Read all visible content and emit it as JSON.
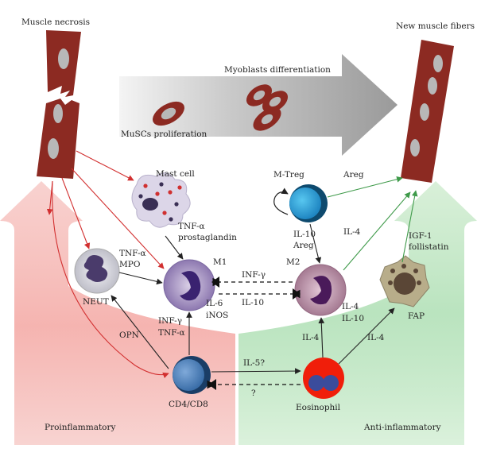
{
  "labels": {
    "muscle_necrosis": "Muscle necrosis",
    "new_muscle_fibers": "New muscle fibers",
    "myoblasts_differentiation": "Myoblasts differentiation",
    "muscs_proliferation": "MuSCs proliferation",
    "mast_cell": "Mast cell",
    "mast_tnf": "TNF-α",
    "mast_prostaglandin": "prostaglandin",
    "mtreg": "M-Treg",
    "areg_top": "Areg",
    "mtreg_il10": "IL-10",
    "mtreg_areg": "Areg",
    "neut_tnf": "TNF-α",
    "neut_mpo": "MPO",
    "neut": "NEUT",
    "m1": "M1",
    "m1_il6": "IL-6",
    "m1_inos": "iNOS",
    "m2": "M2",
    "m2_il4": "IL-4",
    "m2_il10": "IL-10",
    "inf_gamma_mid": "INF-γ",
    "il10_mid": "IL-10",
    "il4_fiber": "IL-4",
    "igf1": "IGF-1",
    "follistatin": "follistatin",
    "fap": "FAP",
    "opn": "OPN",
    "cd_inf_gamma": "INF-γ",
    "cd_tnf": "TNF-α",
    "cd4cd8": "CD4/CD8",
    "il5q": "IL-5?",
    "question": "?",
    "il4_eos_m2": "IL-4",
    "il4_eos_fap": "IL-4",
    "eosinophil": "Eosinophil",
    "proinflammatory": "Proinflammatory",
    "anti_inflammatory": "Anti-inflammatory"
  },
  "colors": {
    "muscle": "#8c2a22",
    "nucleus": "#b8b8b8",
    "pro_red": "#e05050",
    "anti_green": "#4aa85c",
    "arrow_red": "#d23030",
    "arrow_green": "#3f9a4a",
    "arrow_black": "#222222"
  }
}
